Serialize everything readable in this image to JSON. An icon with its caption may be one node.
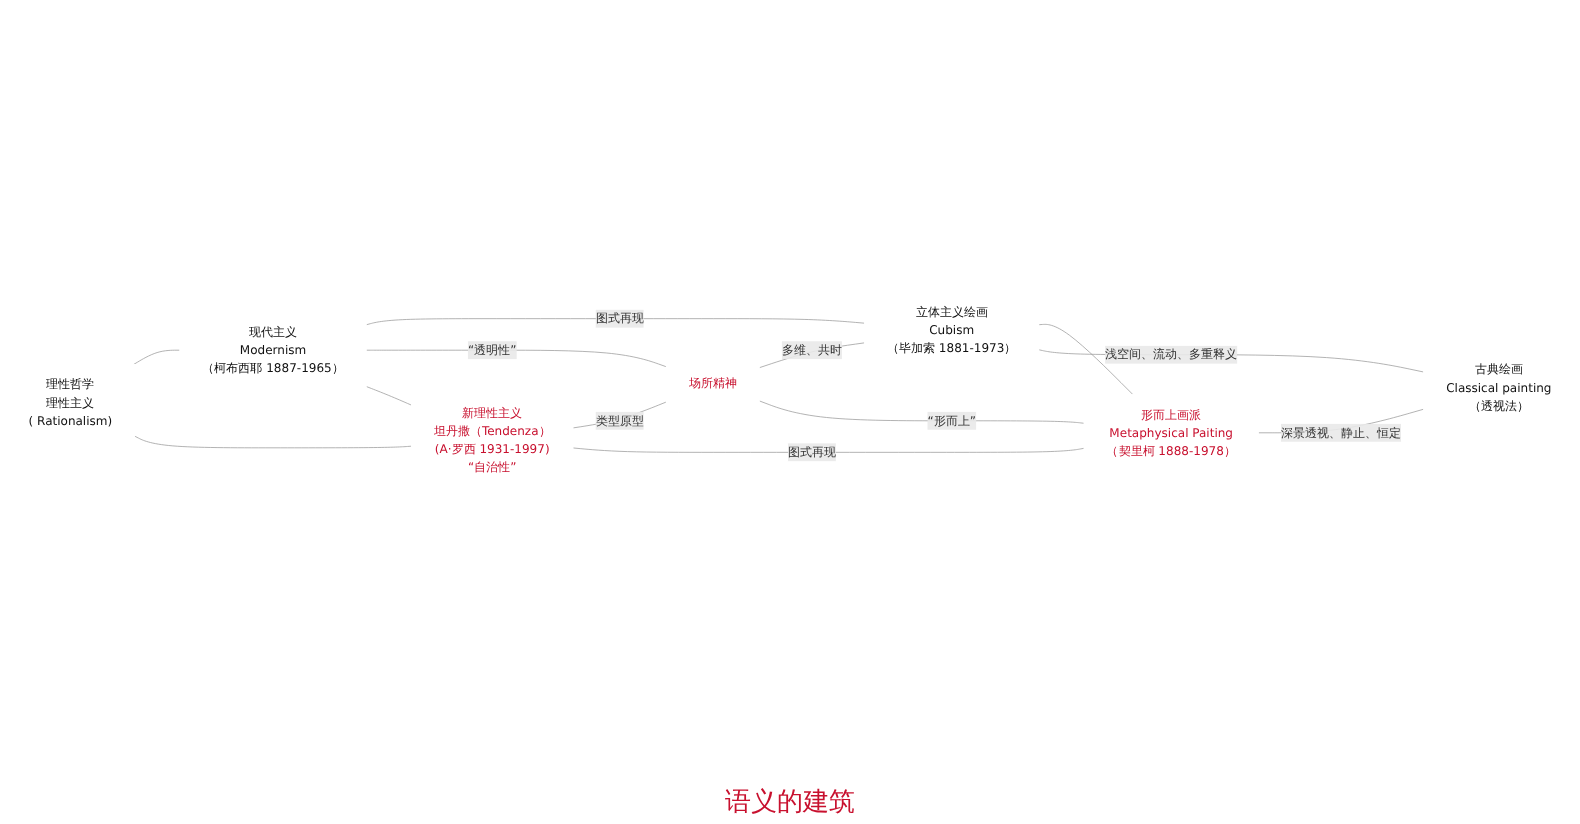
{
  "diagram": {
    "nodes": [
      {
        "text": [
          "现代主义",
          "Modernism",
          "（柯布西耶 1887-1965）"
        ]
      },
      {
        "text": [
          "立体主义绘画",
          "Cubism",
          "（毕加索 1881-1973）"
        ]
      },
      {
        "text": [
          "理性哲学",
          "理性主义",
          "( Rationalism)"
        ]
      },
      {
        "text": [
          "场所精神"
        ]
      },
      {
        "text": [
          "古典绘画",
          "Classical painting",
          "（透视法）"
        ]
      },
      {
        "text": [
          "新理性主义",
          "坦丹撒（Tendenza）",
          "(A·罗西 1931-1997)",
          "“自治性”"
        ]
      },
      {
        "text": [
          "形而上画派",
          "Metaphysical Paiting",
          "（契里柯 1888-1978）"
        ]
      }
    ],
    "edges": [
      {
        "from": 2,
        "to": 0,
        "arrow": "none"
      },
      {
        "from": 2,
        "to": 5,
        "arrow": "none"
      },
      {
        "from": 0,
        "to": 1,
        "label": "图式再现",
        "arrow": "none"
      },
      {
        "from": 0,
        "to": 3,
        "label": "“透明性”",
        "arrow": "none"
      },
      {
        "from": 3,
        "to": 1,
        "label": "多维、共时",
        "arrow": "none"
      },
      {
        "from": 5,
        "to": 3,
        "label": "类型原型",
        "arrow": "none"
      },
      {
        "from": 3,
        "to": 6,
        "label": "“形而上”",
        "arrow": "none"
      },
      {
        "from": 5,
        "to": 6,
        "label": "图式再现",
        "arrow": "none"
      },
      {
        "from": 0,
        "to": 5,
        "arrow": "none"
      },
      {
        "from": 1,
        "to": 6,
        "arrow": "none"
      },
      {
        "from": 1,
        "to": 4,
        "label": "浅空间、流动、多重释义",
        "arrow": "none"
      },
      {
        "from": 6,
        "to": 4,
        "label": "深景透视、静止、恒定",
        "arrow": "none"
      }
    ],
    "labels": [
      "语义的建筑"
    ]
  }
}
